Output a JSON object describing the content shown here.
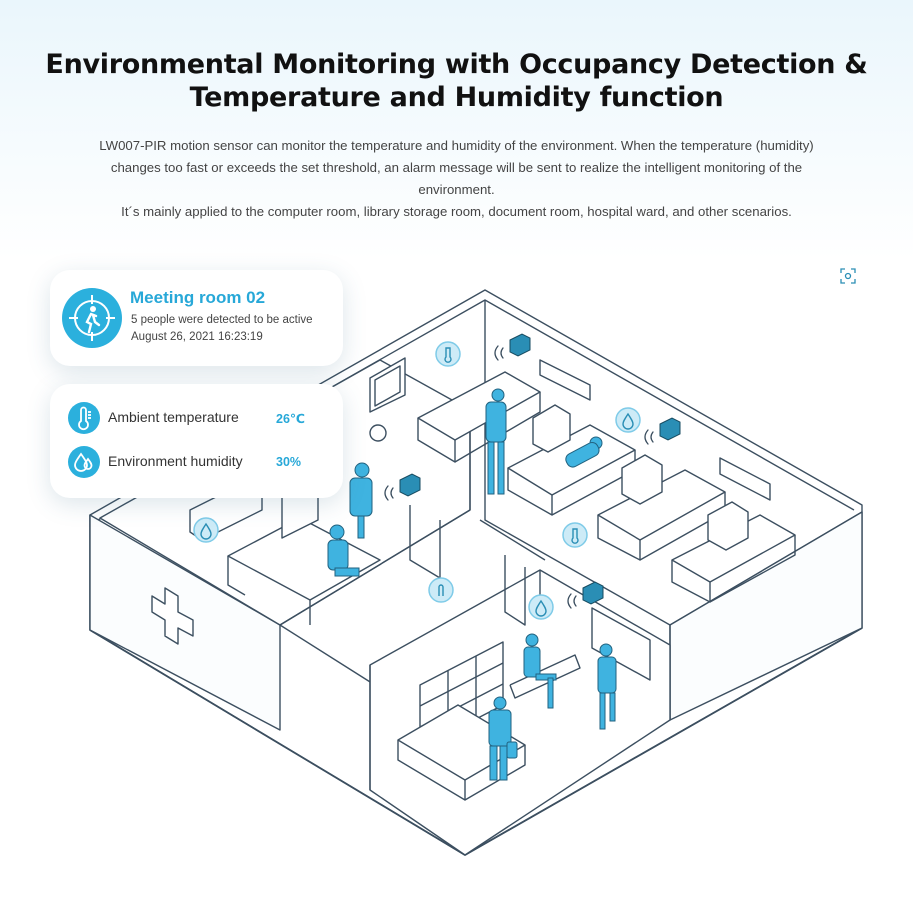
{
  "header": {
    "title_line1": "Environmental Monitoring with Occupancy Detection &",
    "title_line2": "Temperature and Humidity function",
    "desc_line1": "LW007-PIR motion sensor can monitor the temperature and humidity of the environment. When the temperature (humidity)",
    "desc_line2": "changes too fast or exceeds the set threshold, an alarm message will be sent to realize the intelligent monitoring of the",
    "desc_line3": "environment.",
    "desc_line4": "It´s mainly applied to the computer room, library storage room, document room, hospital ward, and other scenarios."
  },
  "room_card": {
    "icon": "person-target-icon",
    "title": "Meeting room 02",
    "subtitle": "5 people were detected to be active",
    "timestamp": "August 26, 2021 16:23:19"
  },
  "env_card": {
    "temperature": {
      "icon": "thermometer-icon",
      "label": "Ambient temperature",
      "value": "26℃"
    },
    "humidity": {
      "icon": "water-drop-icon",
      "label": "Environment humidity",
      "value": "30%"
    }
  },
  "colors": {
    "accent": "#27a8d8",
    "line": "#3c4f60",
    "figure": "#3fb3e0"
  },
  "scan_icon": "scan-icon"
}
